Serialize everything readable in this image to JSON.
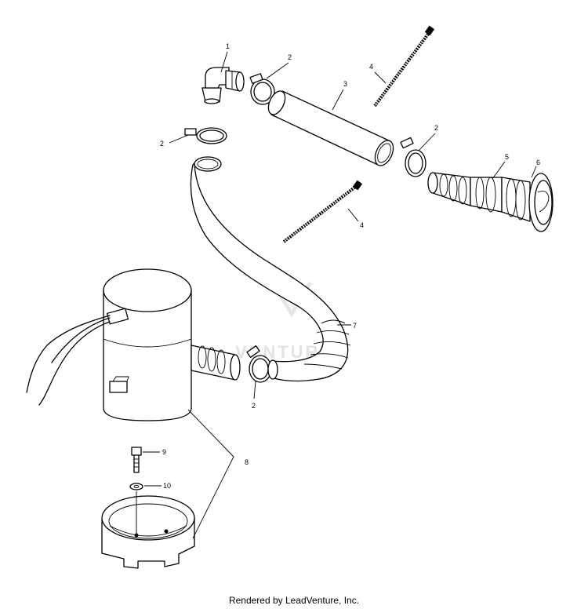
{
  "callouts": {
    "c1": "1",
    "c2a": "2",
    "c2b": "2",
    "c2c": "2",
    "c2d": "2",
    "c3": "3",
    "c4a": "4",
    "c4b": "4",
    "c5": "5",
    "c6": "6",
    "c7": "7",
    "c8": "8",
    "c9": "9",
    "c10": "10"
  },
  "watermark": "VENTURE",
  "footer": "Rendered by LeadVenture, Inc."
}
